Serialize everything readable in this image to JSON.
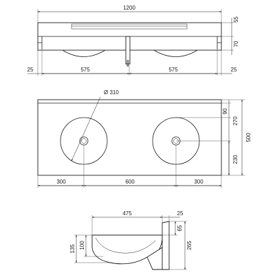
{
  "front_view": {
    "overall_width": "1200",
    "deck_height": "55",
    "front_height": "70",
    "left_margin": "25",
    "basin_spacing_left": "575",
    "basin_spacing_right": "575",
    "right_margin": "25"
  },
  "top_view": {
    "basin_diameter": "Ø 310",
    "rear_offset": "90",
    "center_depth": "270",
    "overall_depth": "500",
    "front_depth": "230",
    "left_to_center": "300",
    "center_to_center": "600",
    "center_to_right": "300"
  },
  "side_view": {
    "bowl_width": "475",
    "wall_thickness": "25",
    "top_offset": "65",
    "total_height": "265",
    "outer_height": "135",
    "bowl_height": "100"
  }
}
